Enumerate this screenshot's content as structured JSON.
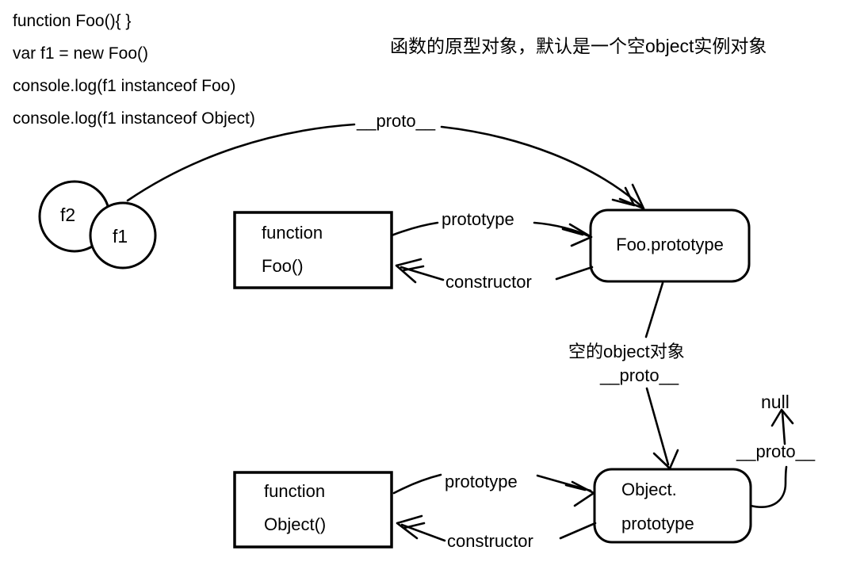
{
  "title": "函数的原型对象，默认是一个空object实例对象",
  "code_block": {
    "lines": [
      "function Foo(){ }",
      "var f1 = new Foo()",
      "console.log(f1 instanceof Foo)",
      "console.log(f1 instanceof Object)"
    ]
  },
  "instances": {
    "f2_label": "f2",
    "f1_label": "f1"
  },
  "nodes": {
    "foo_function": {
      "line1": "function",
      "line2": "Foo()"
    },
    "foo_prototype": {
      "label": "Foo.prototype"
    },
    "object_function": {
      "line1": "function",
      "line2": "Object()"
    },
    "object_prototype": {
      "line1": "Object.",
      "line2": "prototype"
    },
    "null_terminal": {
      "label": "null"
    }
  },
  "edge_labels": {
    "f1_to_foo_prototype": "__proto__",
    "foo_prototype_link": "prototype",
    "foo_constructor_link": "constructor",
    "empty_object_note": "空的object对象",
    "foo_prototype_to_object_prototype": "__proto__",
    "object_prototype_link": "prototype",
    "object_constructor_link": "constructor",
    "object_prototype_to_null": "__proto__"
  },
  "colors": {
    "ink": "#000000",
    "background": "#ffffff"
  }
}
